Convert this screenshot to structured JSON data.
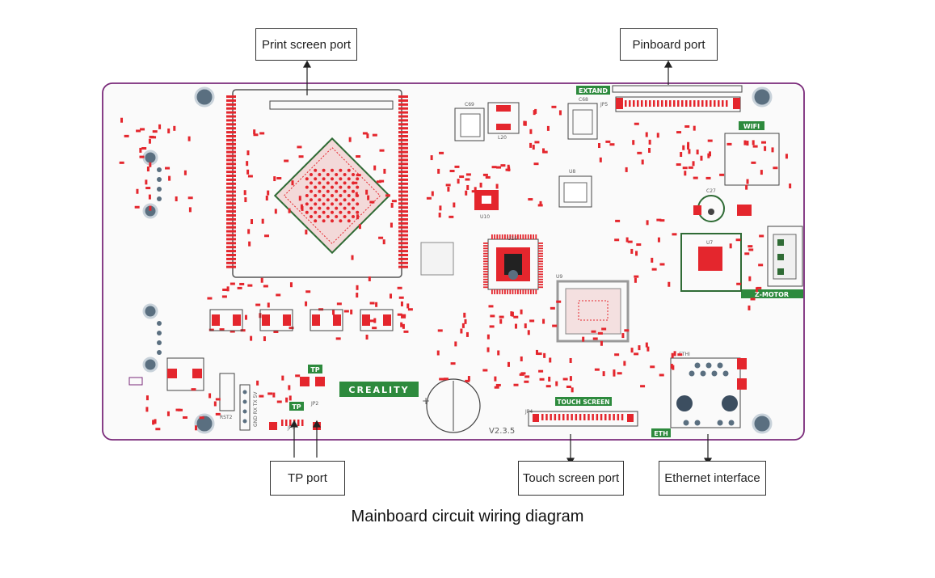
{
  "callouts": {
    "print_screen_port": "Print screen port",
    "pinboard_port": "Pinboard port",
    "tp_port": "TP port",
    "touch_screen_port": "Touch screen port",
    "ethernet_interface": "Ethernet interface"
  },
  "caption": "Mainboard circuit wiring diagram",
  "board": {
    "brand_logo": "CREALITY",
    "version": "V2.3.5",
    "labels": {
      "extand": "EXTAND",
      "wifi": "WIFI",
      "z_motor": "Z-MOTOR",
      "touch_screen": "TOUCH SCREEN",
      "eth": "ETH",
      "tp": "TP",
      "tp2": "TP",
      "rst2": "RST2",
      "jp5": "JP5",
      "jp2": "JP2",
      "jp3": "JP3",
      "jp4": "JP4",
      "l20": "L20",
      "u16": "U16",
      "u9": "U9",
      "u10": "U10",
      "u8": "U8",
      "u7": "U7",
      "c69": "C69",
      "c68": "C68",
      "c27": "C27",
      "ethi": "ETHI",
      "uart_pins": "GND RX TX 5V"
    }
  },
  "colors": {
    "board_outline": "#7a2a7a",
    "pad_red": "#e4262d",
    "silk_green": "#2f6b35",
    "label_green": "#2d8a3d",
    "hole": "#5a6f80"
  }
}
